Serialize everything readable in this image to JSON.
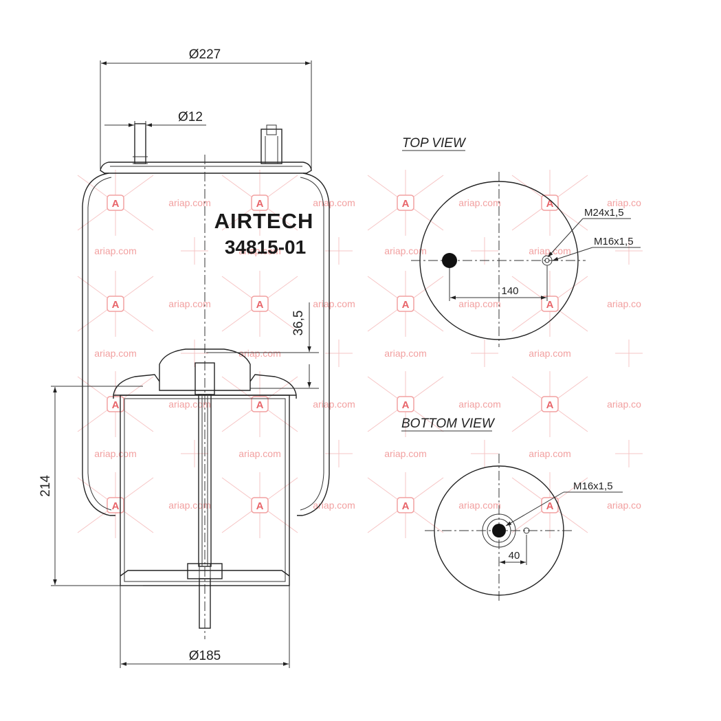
{
  "brand": "AIRTECH",
  "part_number": "34815-01",
  "watermark": {
    "text": "ariap.com",
    "text_short": "ariap.co",
    "badge": "A"
  },
  "dimensions": {
    "top_diameter": "Ø227",
    "pin_diameter": "Ø12",
    "piston_diameter": "Ø185",
    "piston_height": "214",
    "inset_height": "36,5"
  },
  "top_view": {
    "title": "TOP VIEW",
    "thread_large": "M24x1,5",
    "thread_small": "M16x1,5",
    "spacing": "140"
  },
  "bottom_view": {
    "title": "BOTTOM VIEW",
    "thread": "M16x1,5",
    "offset": "40"
  }
}
